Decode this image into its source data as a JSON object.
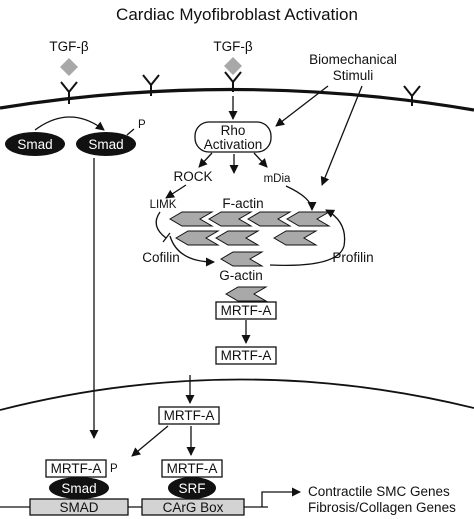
{
  "title": "Cardiac Myofibroblast Activation",
  "ligands": {
    "tgf_left": "TGF-β",
    "tgf_right": "TGF-β"
  },
  "stimuli": {
    "line1": "Biomechanical",
    "line2": "Stimuli"
  },
  "smad": {
    "left": "Smad",
    "right": "Smad",
    "phospho": "P"
  },
  "rho": {
    "line1": "Rho",
    "line2": "Activation"
  },
  "effectors": {
    "rock": "ROCK",
    "mdia": "mDia",
    "limk": "LIMK"
  },
  "actin": {
    "f_actin": "F-actin",
    "g_actin": "G-actin",
    "cofilin": "Cofilin",
    "profilin": "Profilin"
  },
  "mrtf": {
    "bound": "MRTF-A",
    "cytoplasm": "MRTF-A",
    "nuclear": "MRTF-A",
    "smad_complex": "MRTF-A",
    "srf_complex": "MRTF-A",
    "phospho": "P"
  },
  "dna": {
    "smad_site": "SMAD",
    "carg_box": "CArG Box",
    "smad_factor": "Smad",
    "srf_factor": "SRF"
  },
  "output_genes": {
    "line1": "Contractile SMC Genes",
    "line2": "Fibrosis/Collagen Genes"
  },
  "colors": {
    "ink": "#111111",
    "actin_fill": "#a9a9a9",
    "receptor_diamond": "#a8a8a8",
    "dna_bar": "#d3d3d3"
  }
}
